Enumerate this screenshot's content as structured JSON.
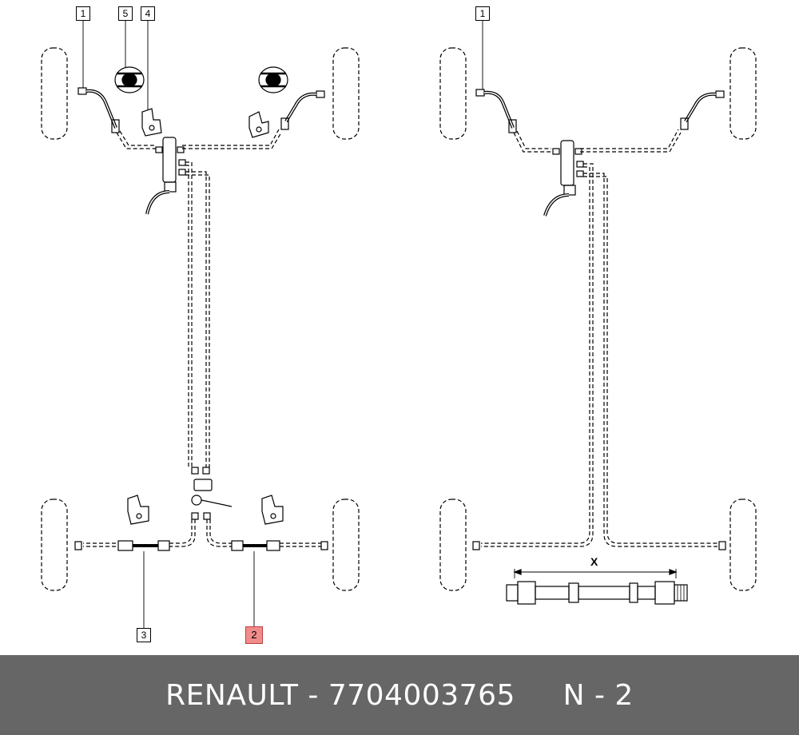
{
  "callouts": {
    "l1": "1",
    "l5": "5",
    "l4": "4",
    "l3": "3",
    "l2": "2",
    "r1": "1"
  },
  "dimension_label": "X",
  "footer": {
    "brand": "RENAULT",
    "separator": " - ",
    "part_number": "7704003765",
    "gap": "     ",
    "diagram_ref": "N - 2"
  },
  "colors": {
    "footer_bg": "#666666",
    "highlight": "#f08c8c",
    "line": "#000000"
  }
}
